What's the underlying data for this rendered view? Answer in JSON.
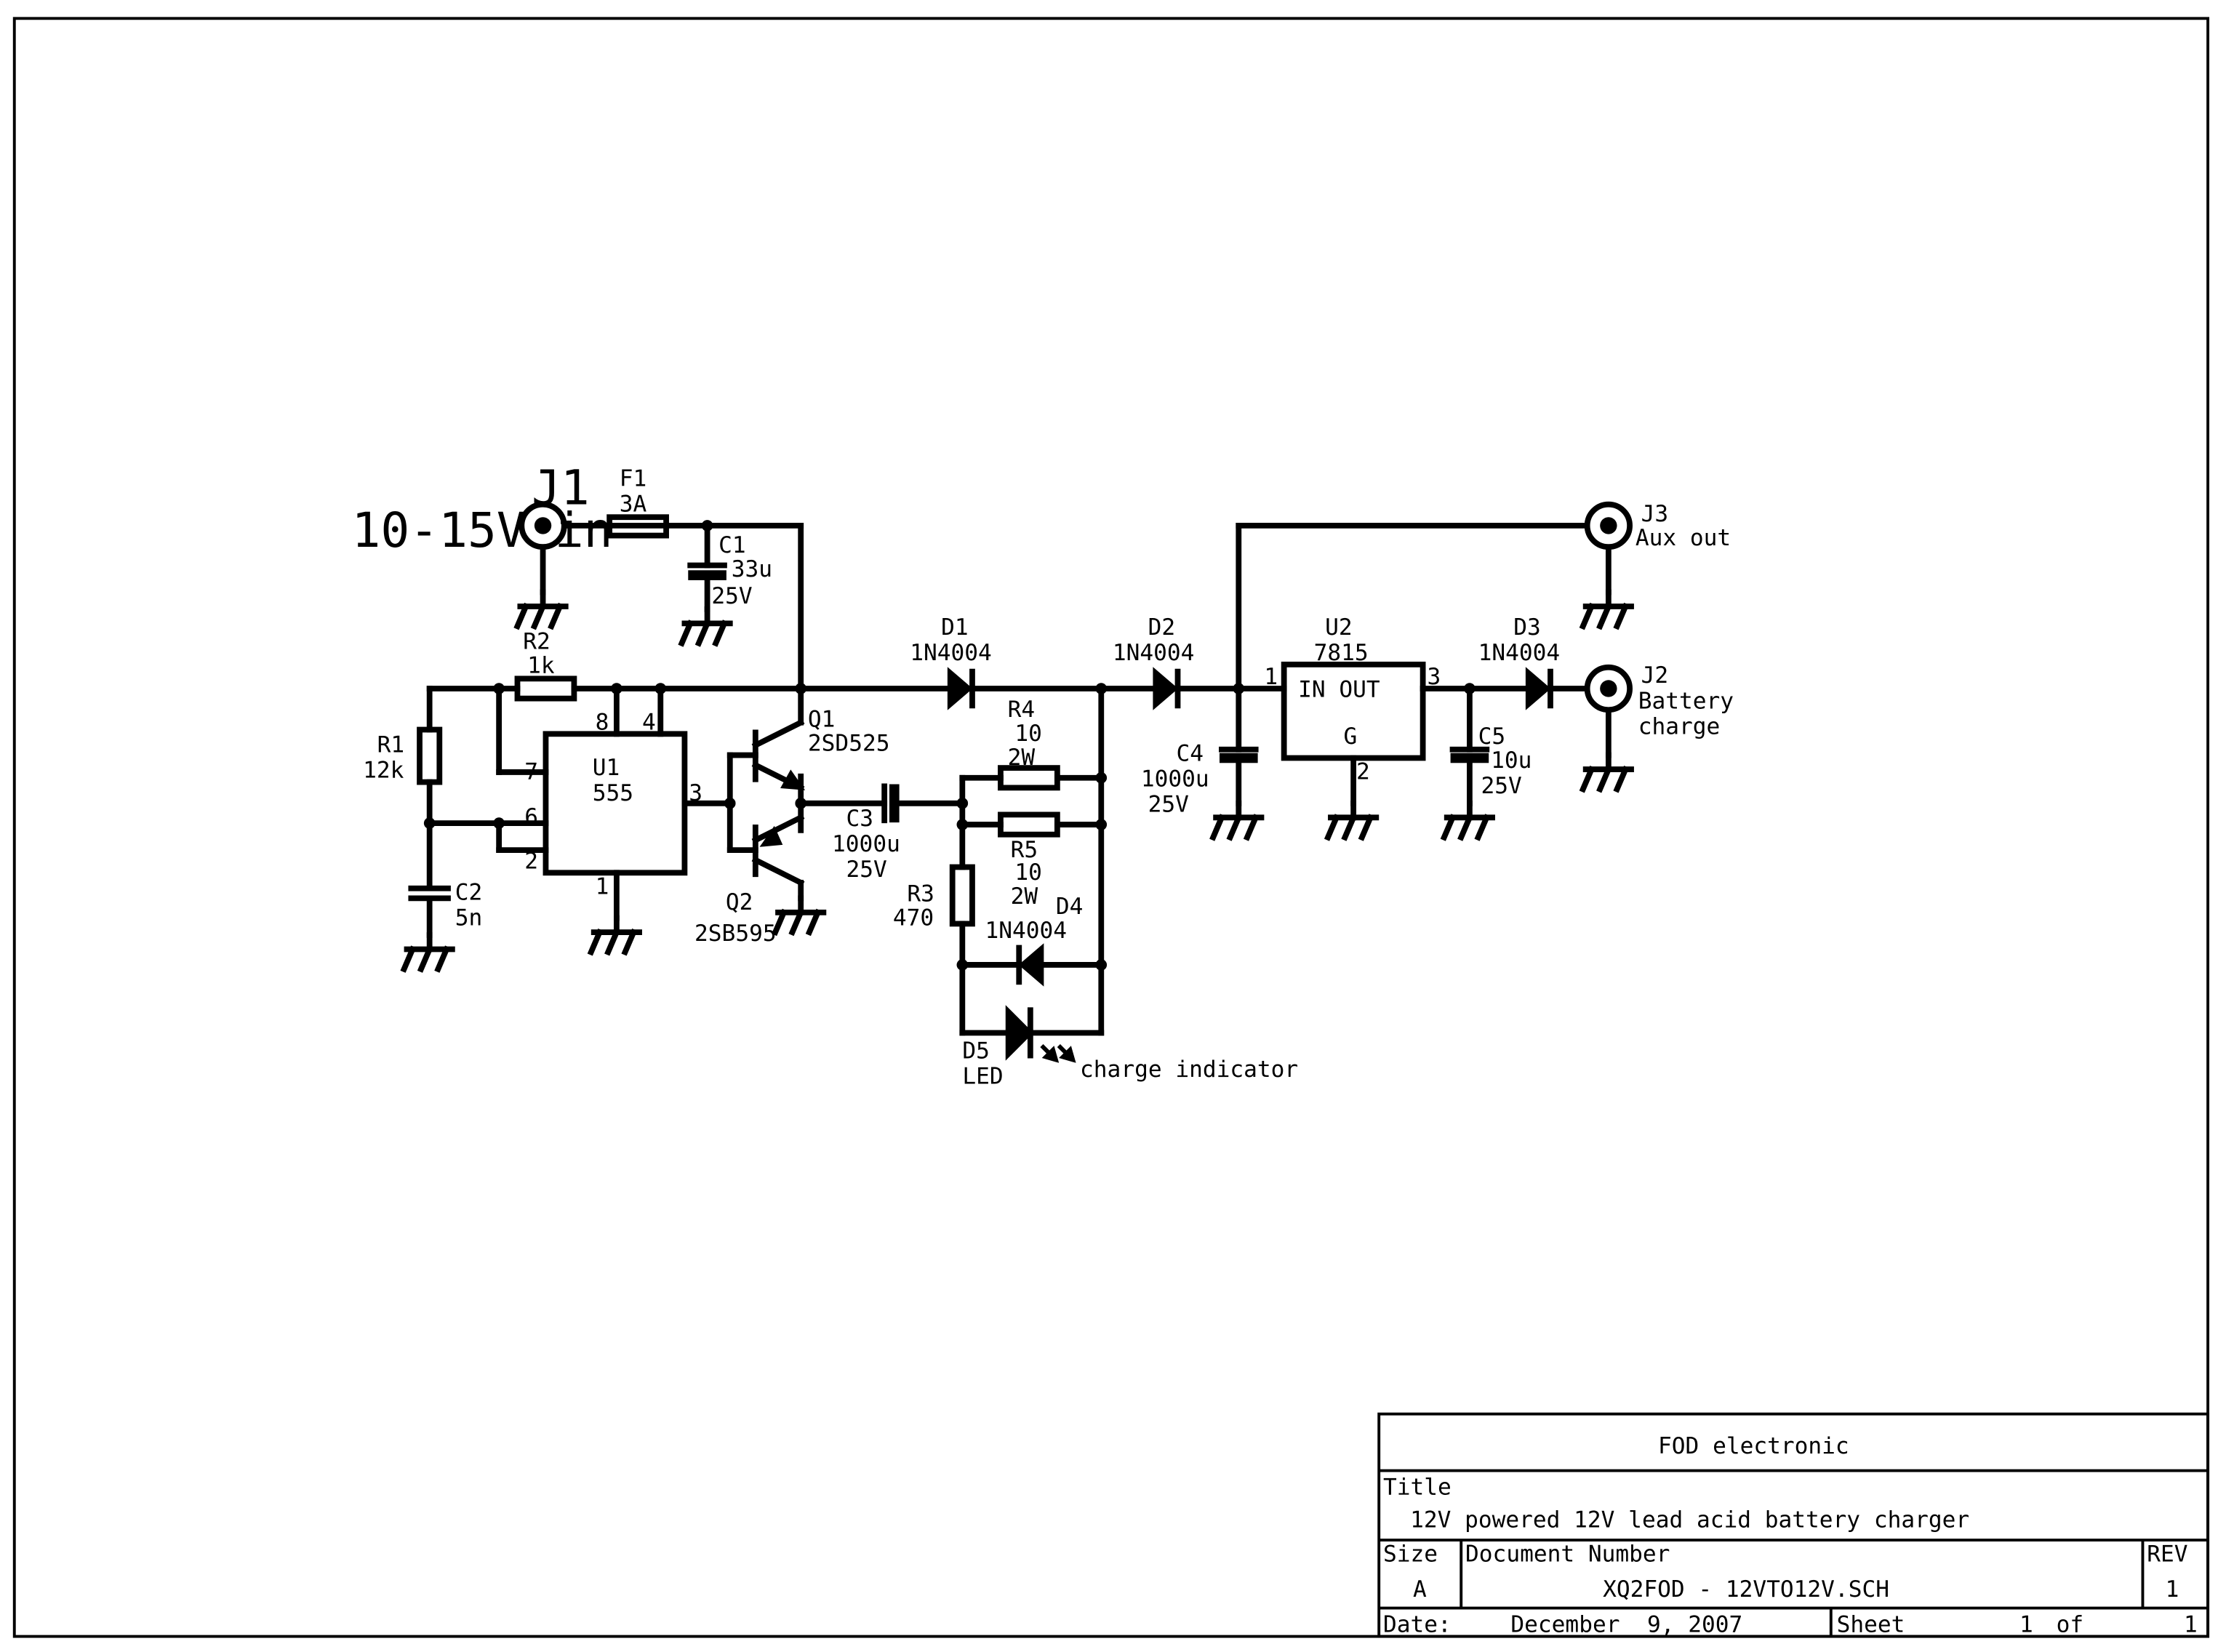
{
  "schematic": {
    "components": {
      "J1": {
        "ref": "J1",
        "label": "10-15V in"
      },
      "F1": {
        "ref": "F1",
        "value": "3A"
      },
      "C1": {
        "ref": "C1",
        "value": "33u",
        "rating": "25V"
      },
      "R2": {
        "ref": "R2",
        "value": "1k"
      },
      "R1": {
        "ref": "R1",
        "value": "12k"
      },
      "C2": {
        "ref": "C2",
        "value": "5n"
      },
      "U1": {
        "ref": "U1",
        "value": "555",
        "pins": {
          "p8": "8",
          "p4": "4",
          "p7": "7",
          "p6": "6",
          "p2": "2",
          "p3": "3",
          "p1": "1"
        }
      },
      "Q1": {
        "ref": "Q1",
        "value": "2SD525"
      },
      "Q2": {
        "ref": "Q2",
        "value": "2SB595"
      },
      "C3": {
        "ref": "C3",
        "value": "1000u",
        "rating": "25V"
      },
      "D1": {
        "ref": "D1",
        "value": "1N4004"
      },
      "R4": {
        "ref": "R4",
        "value": "10",
        "rating": "2W"
      },
      "R5": {
        "ref": "R5",
        "value": "10",
        "rating": "2W"
      },
      "R3": {
        "ref": "R3",
        "value": "470"
      },
      "D4": {
        "ref": "D4",
        "value": "1N4004"
      },
      "D5": {
        "ref": "D5",
        "value": "LED",
        "note": "charge indicator"
      },
      "D2": {
        "ref": "D2",
        "value": "1N4004"
      },
      "C4": {
        "ref": "C4",
        "value": "1000u",
        "rating": "25V"
      },
      "U2": {
        "ref": "U2",
        "value": "7815",
        "inout": "IN OUT",
        "g": "G",
        "pin1": "1",
        "pin2": "2",
        "pin3": "3"
      },
      "C5": {
        "ref": "C5",
        "value": "10u",
        "rating": "25V"
      },
      "D3": {
        "ref": "D3",
        "value": "1N4004"
      },
      "J3": {
        "ref": "J3",
        "label": "Aux out"
      },
      "J2": {
        "ref": "J2",
        "label1": "Battery",
        "label2": "charge"
      }
    }
  },
  "title_block": {
    "company": "FOD electronic",
    "title_label": "Title",
    "title": "12V powered 12V lead acid battery charger",
    "size_label": "Size",
    "size": "A",
    "docnum_label": "Document Number",
    "docnum": "XQ2FOD - 12VTO12V.SCH",
    "rev_label": "REV",
    "rev": "1",
    "date_label": "Date:",
    "date": "December  9, 2007",
    "sheet_label": "Sheet",
    "sheet_num": "1",
    "sheet_of": "of",
    "sheet_total": "1"
  }
}
